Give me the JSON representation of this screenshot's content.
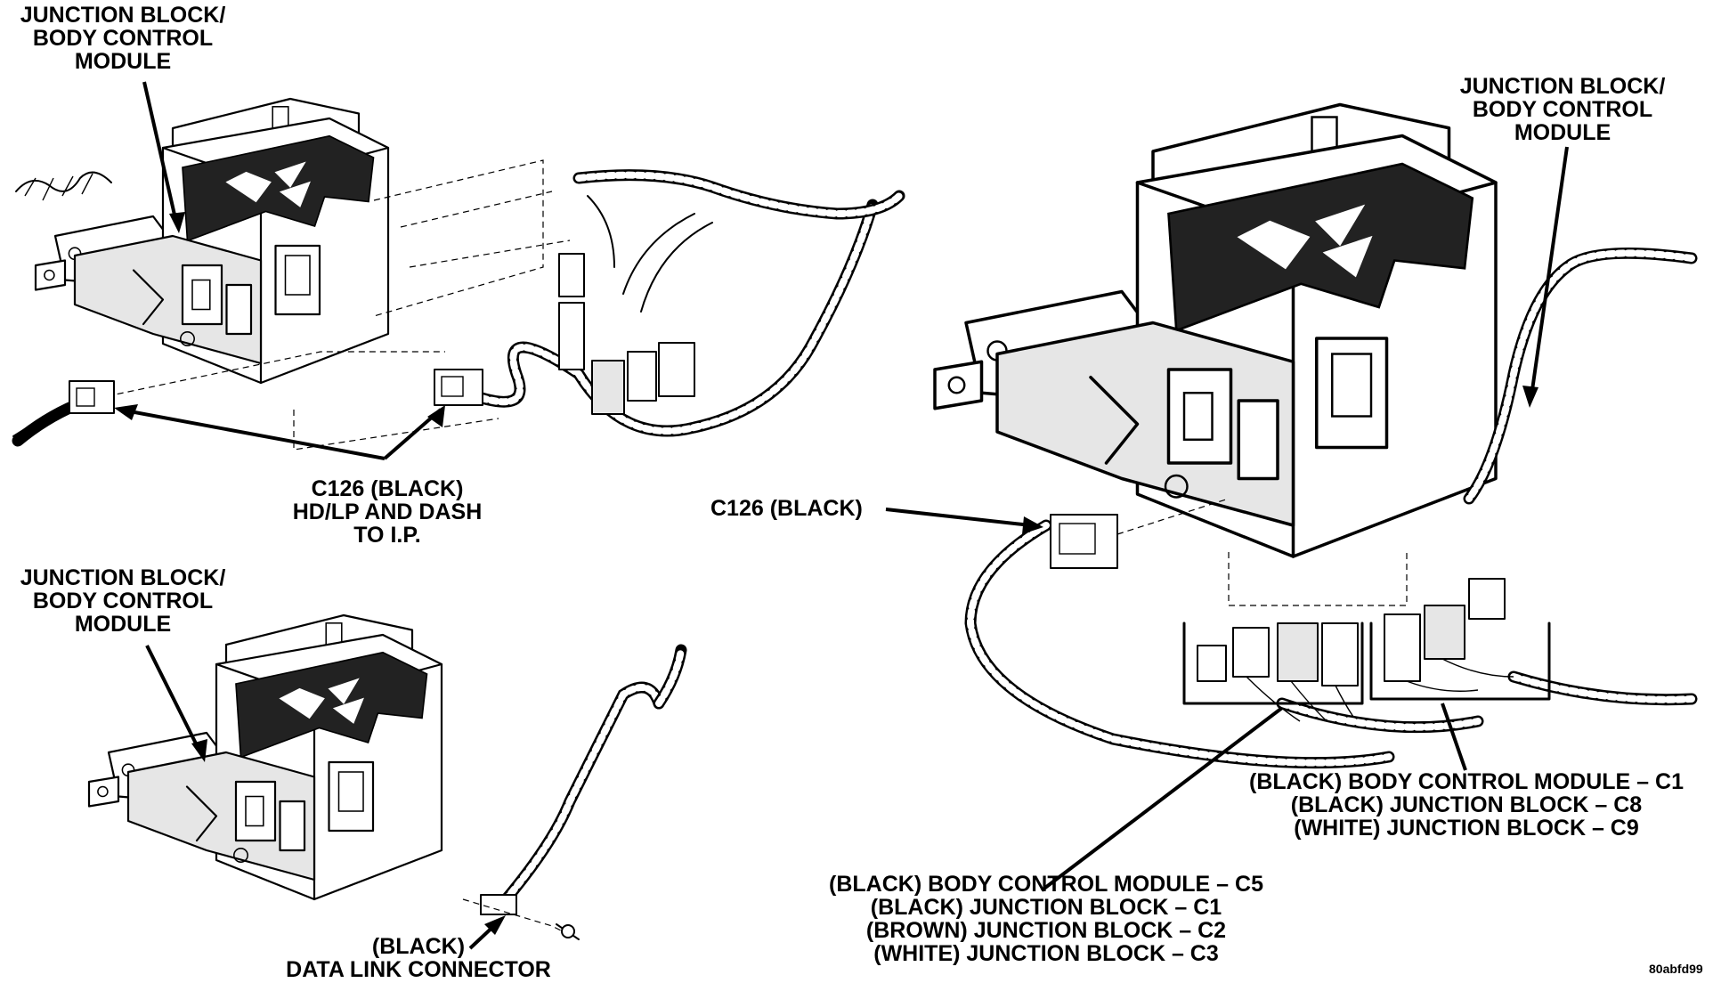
{
  "diagram": {
    "top_left": {
      "module_label": [
        "JUNCTION BLOCK/",
        "BODY CONTROL",
        "MODULE"
      ],
      "connector_label": [
        "C126 (BLACK)",
        "HD/LP AND DASH",
        "TO I.P."
      ]
    },
    "bottom_left": {
      "module_label": [
        "JUNCTION BLOCK/",
        "BODY CONTROL",
        "MODULE"
      ],
      "connector_label": [
        "(BLACK)",
        "DATA LINK CONNECTOR"
      ]
    },
    "right": {
      "module_label": [
        "JUNCTION BLOCK/",
        "BODY CONTROL",
        "MODULE"
      ],
      "c126_label": "C126 (BLACK)",
      "upper_connectors_label": [
        "(BLACK) BODY CONTROL MODULE – C1",
        "(BLACK) JUNCTION BLOCK – C8",
        "(WHITE) JUNCTION BLOCK – C9"
      ],
      "lower_connectors_label": [
        "(BLACK) BODY CONTROL MODULE – C5",
        "(BLACK) JUNCTION BLOCK – C1",
        "(BROWN) JUNCTION BLOCK – C2",
        "(WHITE) JUNCTION BLOCK – C3"
      ]
    },
    "figure_code": "80abfd99"
  }
}
